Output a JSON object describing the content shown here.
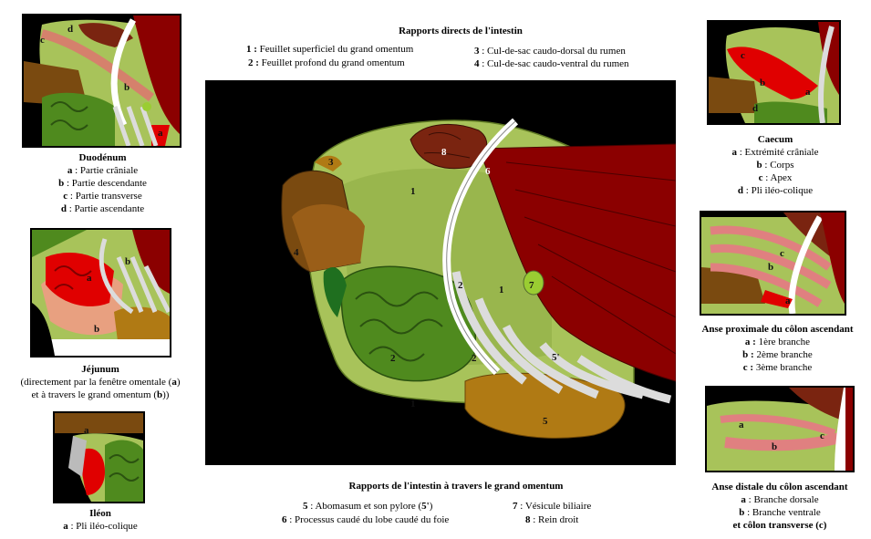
{
  "main": {
    "title": "Rapports directs de l'intestin",
    "top_legend": [
      {
        "key": "1 :",
        "text": "Feuillet superficiel du grand omentum"
      },
      {
        "key": "2 :",
        "text": "Feuillet profond du grand omentum"
      },
      {
        "key": "3",
        "text": ": Cul-de-sac caudo-dorsal du rumen"
      },
      {
        "key": "4",
        "text": ": Cul-de-sac caudo-ventral du rumen"
      }
    ],
    "bottom_title": "Rapports de l'intestin à travers le grand omentum",
    "bottom_legend": [
      {
        "key": "5",
        "text": ": Abomasum et son pylore (",
        "key2": "5'",
        "tail": ")"
      },
      {
        "key": "6",
        "text": ": Processus caudé du lobe caudé du foie"
      },
      {
        "key": "7",
        "text": ": Vésicule biliaire"
      },
      {
        "key": "8",
        "text": ": Rein droit"
      }
    ],
    "labels": {
      "l1a": "1",
      "l1b": "1",
      "l1c": "1",
      "l2a": "2",
      "l2b": "2",
      "l2c": "2",
      "l3": "3",
      "l4": "4",
      "l5": "5",
      "l5p": "5'",
      "l6": "6",
      "l7": "7",
      "l8": "8"
    }
  },
  "duodenum": {
    "title": "Duodénum",
    "items": [
      {
        "key": "a",
        "text": " : Partie crâniale"
      },
      {
        "key": "b",
        "text": " : Partie descendante"
      },
      {
        "key": "c",
        "text": " : Partie transverse"
      },
      {
        "key": "d",
        "text": " : Partie ascendante"
      }
    ],
    "labels": {
      "a": "a",
      "b": "b",
      "c": "c",
      "d": "d"
    }
  },
  "jejunum": {
    "title": "Jéjunum",
    "line1": "(directement par la fenêtre omentale (",
    "line1_key": "a",
    "line1_tail": ")",
    "line2": "et à travers le grand omentum (",
    "line2_key": "b",
    "line2_tail": "))",
    "labels": {
      "a": "a",
      "b": "b",
      "bb": "b"
    }
  },
  "ileon": {
    "title": "Iléon",
    "items": [
      {
        "key": "a",
        "text": " : Pli iléo-colique"
      }
    ],
    "labels": {
      "a": "a"
    }
  },
  "caecum": {
    "title": "Caecum",
    "items": [
      {
        "key": "a",
        "text": " : Extrémité crâniale"
      },
      {
        "key": "b",
        "text": " : Corps"
      },
      {
        "key": "c",
        "text": " : Apex"
      },
      {
        "key": "d",
        "text": " : Pli iléo-colique"
      }
    ],
    "labels": {
      "a": "a",
      "b": "b",
      "c": "c",
      "d": "d"
    }
  },
  "proximal": {
    "title": "Anse proximale du côlon ascendant",
    "items": [
      {
        "key": "a :",
        "text": " 1ère branche"
      },
      {
        "key": "b :",
        "text": " 2ème branche"
      },
      {
        "key": "c :",
        "text": " 3ème branche"
      }
    ],
    "labels": {
      "a": "a",
      "b": "b",
      "c": "c"
    }
  },
  "distal": {
    "title": "Anse distale du côlon ascendant",
    "items": [
      {
        "key": "a",
        "text": " : Branche dorsale"
      },
      {
        "key": "b",
        "text": " : Branche ventrale"
      }
    ],
    "last_line": "et côlon transverse (",
    "last_key": "c",
    "last_tail": ")",
    "labels": {
      "a": "a",
      "b": "b",
      "c": "c"
    }
  },
  "colors": {
    "liver": "#8b0000",
    "omentum": "#a8c35a",
    "jejunum": "#4f8a1e",
    "rumen": "#7a4a10",
    "abomasum": "#b07a14",
    "rib": "#dcdcdc",
    "kidney": "#7a2410",
    "red_highlight": "#e00000"
  }
}
